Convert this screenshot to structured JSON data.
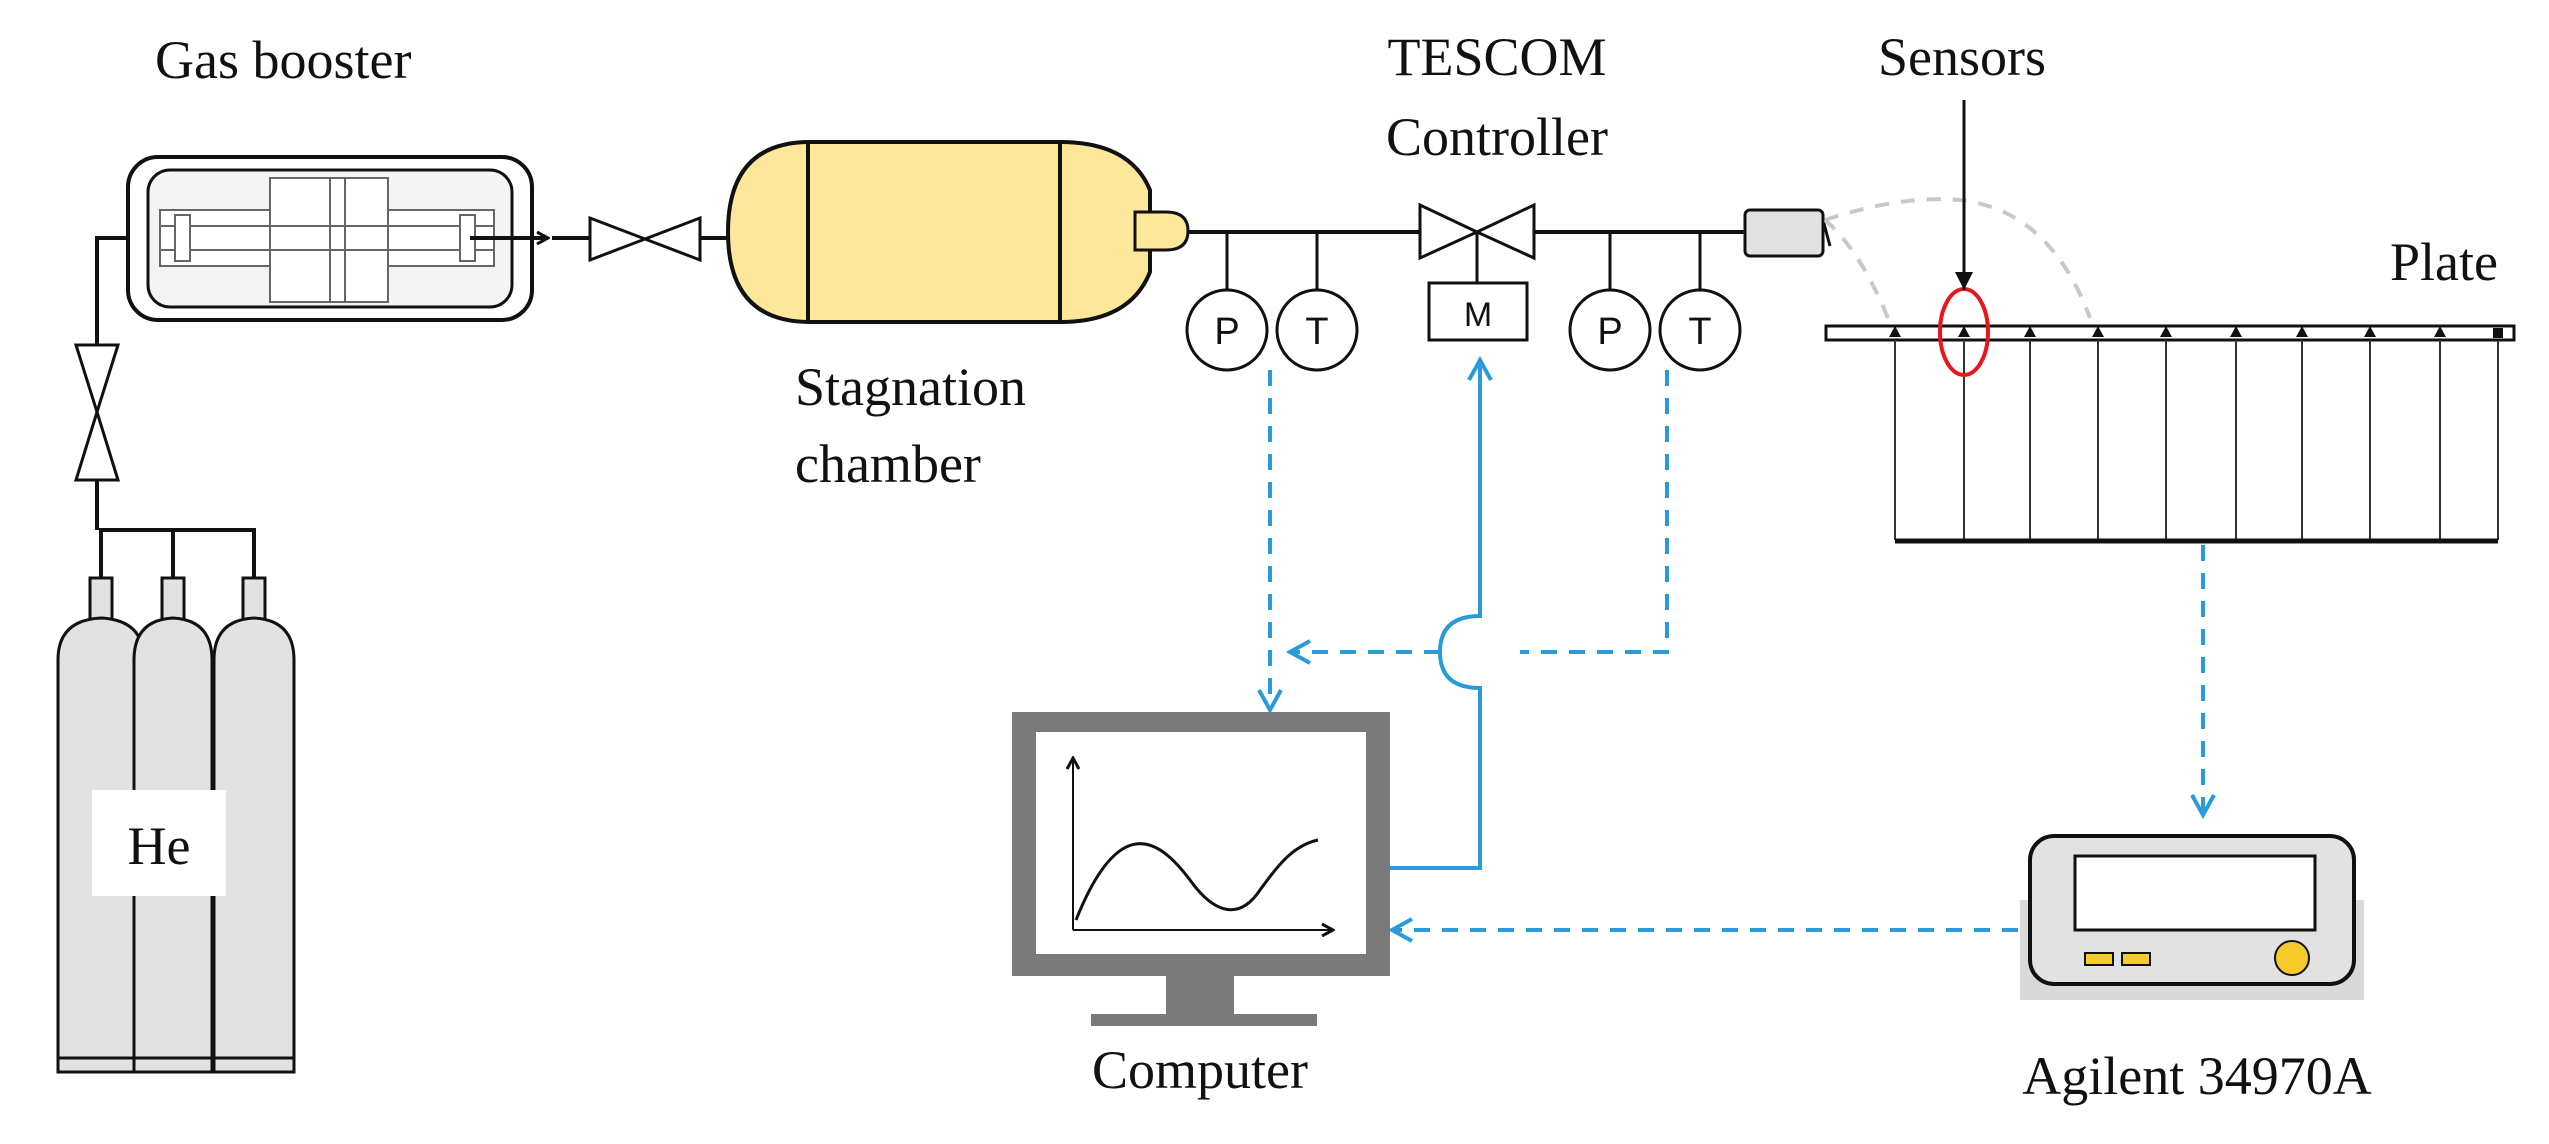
{
  "labels": {
    "gas_booster": "Gas booster",
    "tescom_line1": "TESCOM",
    "tescom_line2": "Controller",
    "sensors": "Sensors",
    "plate": "Plate",
    "stagnation_line1": "Stagnation",
    "stagnation_line2": "chamber",
    "he": "He",
    "computer": "Computer",
    "agilent": "Agilent 34970A"
  },
  "gauges": {
    "pressure": "P",
    "temperature": "T",
    "motor": "M"
  },
  "colors": {
    "line": "#111111",
    "signal": "#2a9ad8",
    "chamber_fill": "#fde79a",
    "cylinder_fill": "#e2e2e2",
    "monitor": "#7a7a7a",
    "sensor_marker": "#e8151b",
    "logger_button": "#f7cb2b",
    "dashed_arc": "#c8c8c8"
  }
}
